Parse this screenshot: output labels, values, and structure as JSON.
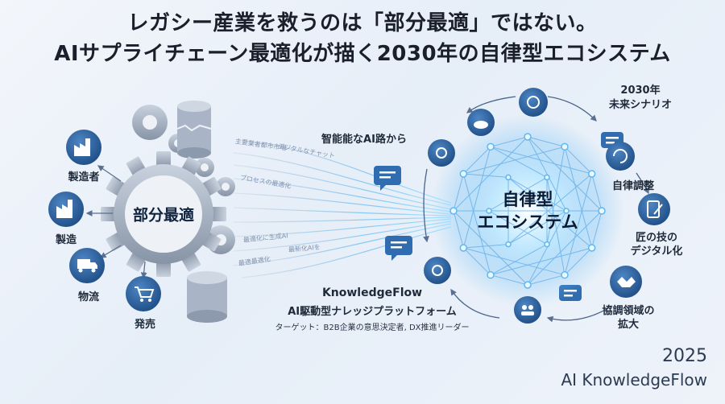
{
  "title": {
    "line1": "レガシー産業を救うのは「部分最適」ではない。",
    "line2": "AIサプライチェーン最適化が描く2030年の自律型エコシステム"
  },
  "left": {
    "center": "部分最適",
    "nodes": [
      {
        "label": "製造者",
        "icon": "factory-icon"
      },
      {
        "label": "製造",
        "icon": "plant-icon"
      },
      {
        "label": "物流",
        "icon": "truck-icon"
      },
      {
        "label": "発売",
        "icon": "cart-icon"
      }
    ]
  },
  "middle": {
    "label": "智能能なAI路から",
    "streams": [
      "主要業者都市市場",
      "デジタルなチャット",
      "プロセスの最適化",
      "最適化に生成AI",
      "最新化AIを",
      "最適最適化"
    ],
    "product": "KnowledgeFlow",
    "subtitle": "AI駆動型ナレッジプラットフォーム",
    "target": "ターゲット：B2B企業の意思決定者, DX推進リーダー"
  },
  "right": {
    "center_line1": "自律型",
    "center_line2": "エコシステム",
    "future_line1": "2030年",
    "future_line2": "未来シナリオ",
    "nodes": [
      {
        "label": "自律調整",
        "icon": "cycle-icon"
      },
      {
        "label_line1": "匠の技の",
        "label_line2": "デジタル化",
        "icon": "tablet-icon"
      },
      {
        "label_line1": "協調領域の",
        "label_line2": "拡大",
        "icon": "handshake-icon"
      }
    ]
  },
  "footer": {
    "year": "2025",
    "brand": "AI KnowledgeFlow"
  },
  "colors": {
    "accent": "#2f6db0",
    "node_dark": "#2b5e9a",
    "glow": "#7fd3ff"
  }
}
